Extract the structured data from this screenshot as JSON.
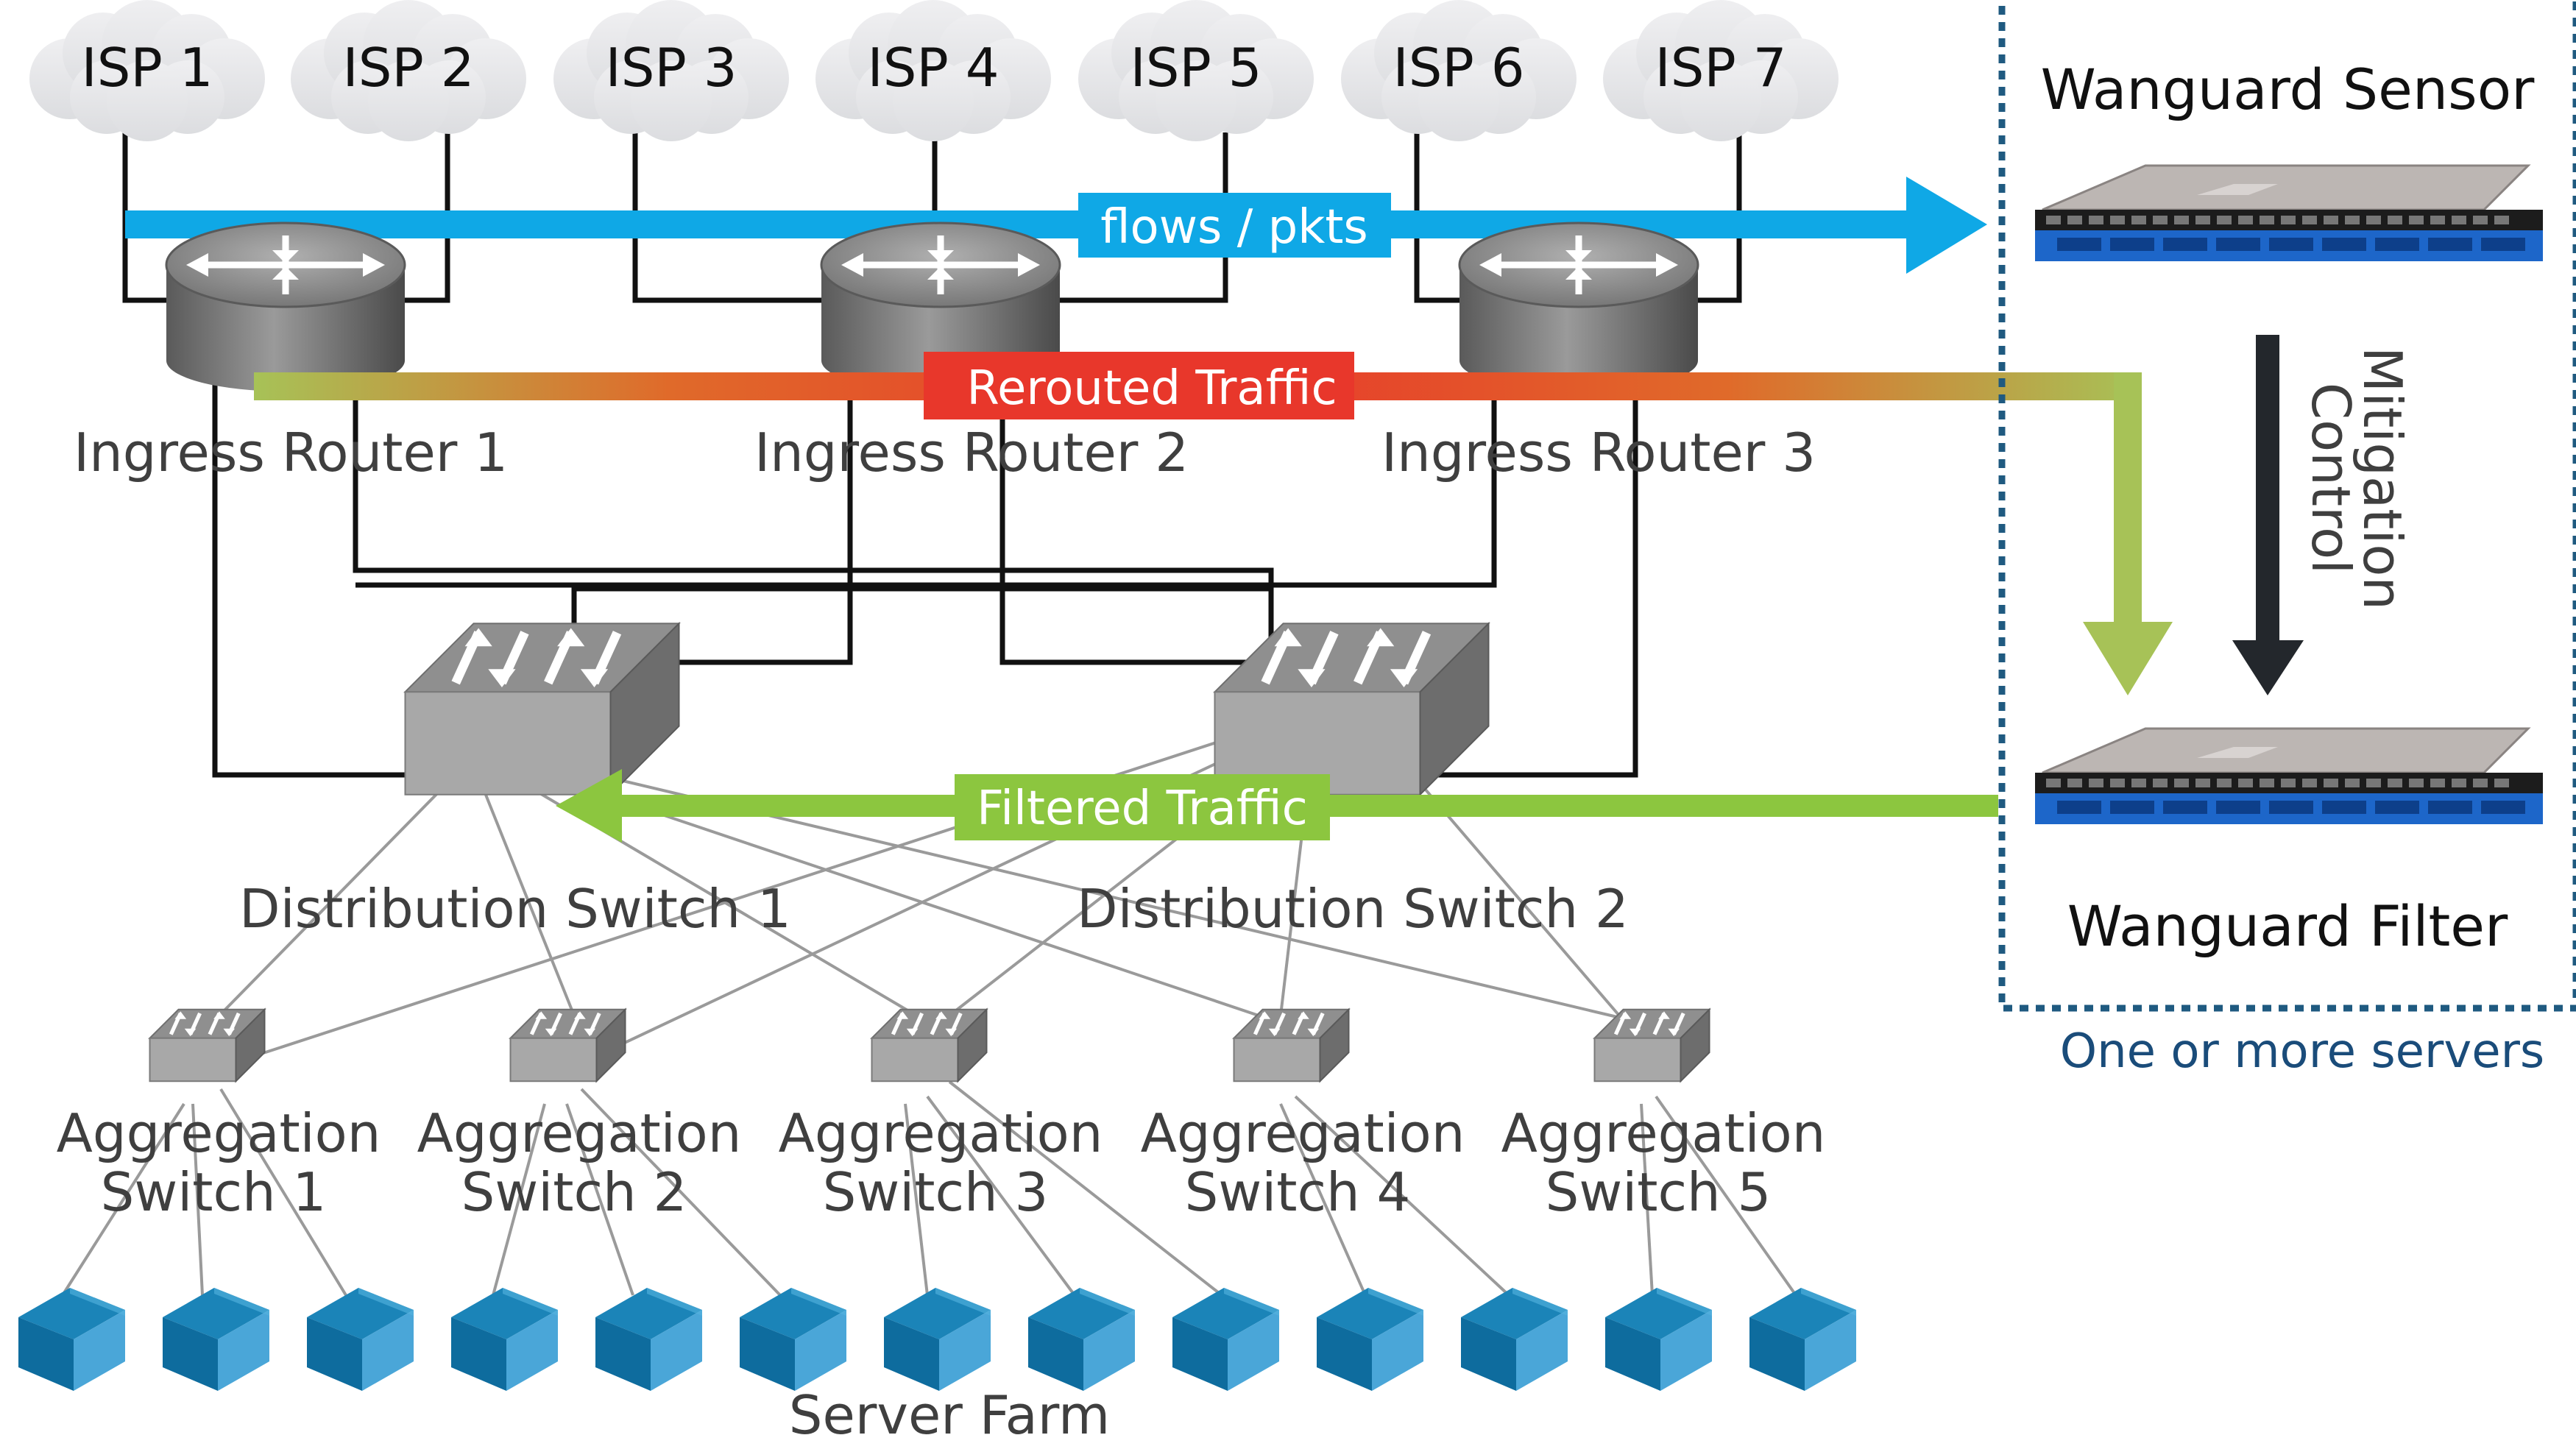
{
  "isps": [
    "ISP 1",
    "ISP 2",
    "ISP 3",
    "ISP 4",
    "ISP 5",
    "ISP 6",
    "ISP 7"
  ],
  "routers": [
    "Ingress Router 1",
    "Ingress Router 2",
    "Ingress Router 3"
  ],
  "distribution_switches": [
    "Distribution Switch 1",
    "Distribution Switch 2"
  ],
  "aggregation_switches": [
    {
      "line1": "Aggregation",
      "line2": "Switch 1"
    },
    {
      "line1": "Aggregation",
      "line2": "Switch 2"
    },
    {
      "line1": "Aggregation",
      "line2": "Switch 3"
    },
    {
      "line1": "Aggregation",
      "line2": "Switch 4"
    },
    {
      "line1": "Aggregation",
      "line2": "Switch 5"
    }
  ],
  "server_farm_label": "Server Farm",
  "flows_label": "flows / pkts",
  "rerouted_label": "Rerouted Traffic",
  "filtered_label": "Filtered Traffic",
  "mitigation_label": {
    "line1": "Mitigation",
    "line2": "Control"
  },
  "sensor_label": "Wanguard Sensor",
  "filter_label": "Wanguard Filter",
  "servers_note": "One or more servers",
  "colors": {
    "flows": "#0fa8e6",
    "rerouted_ends": "#a7c257",
    "rerouted_mid": "#e8372b",
    "filtered": "#8cc63f",
    "mitigation": "#23272c",
    "dashed_border": "#1f5a80",
    "server_cube": "#1b84b8"
  },
  "icons": {
    "isp": "cloud-icon",
    "router": "router-icon",
    "switch": "switch-icon",
    "server": "server-cube-icon",
    "appliance": "rack-server-icon"
  }
}
